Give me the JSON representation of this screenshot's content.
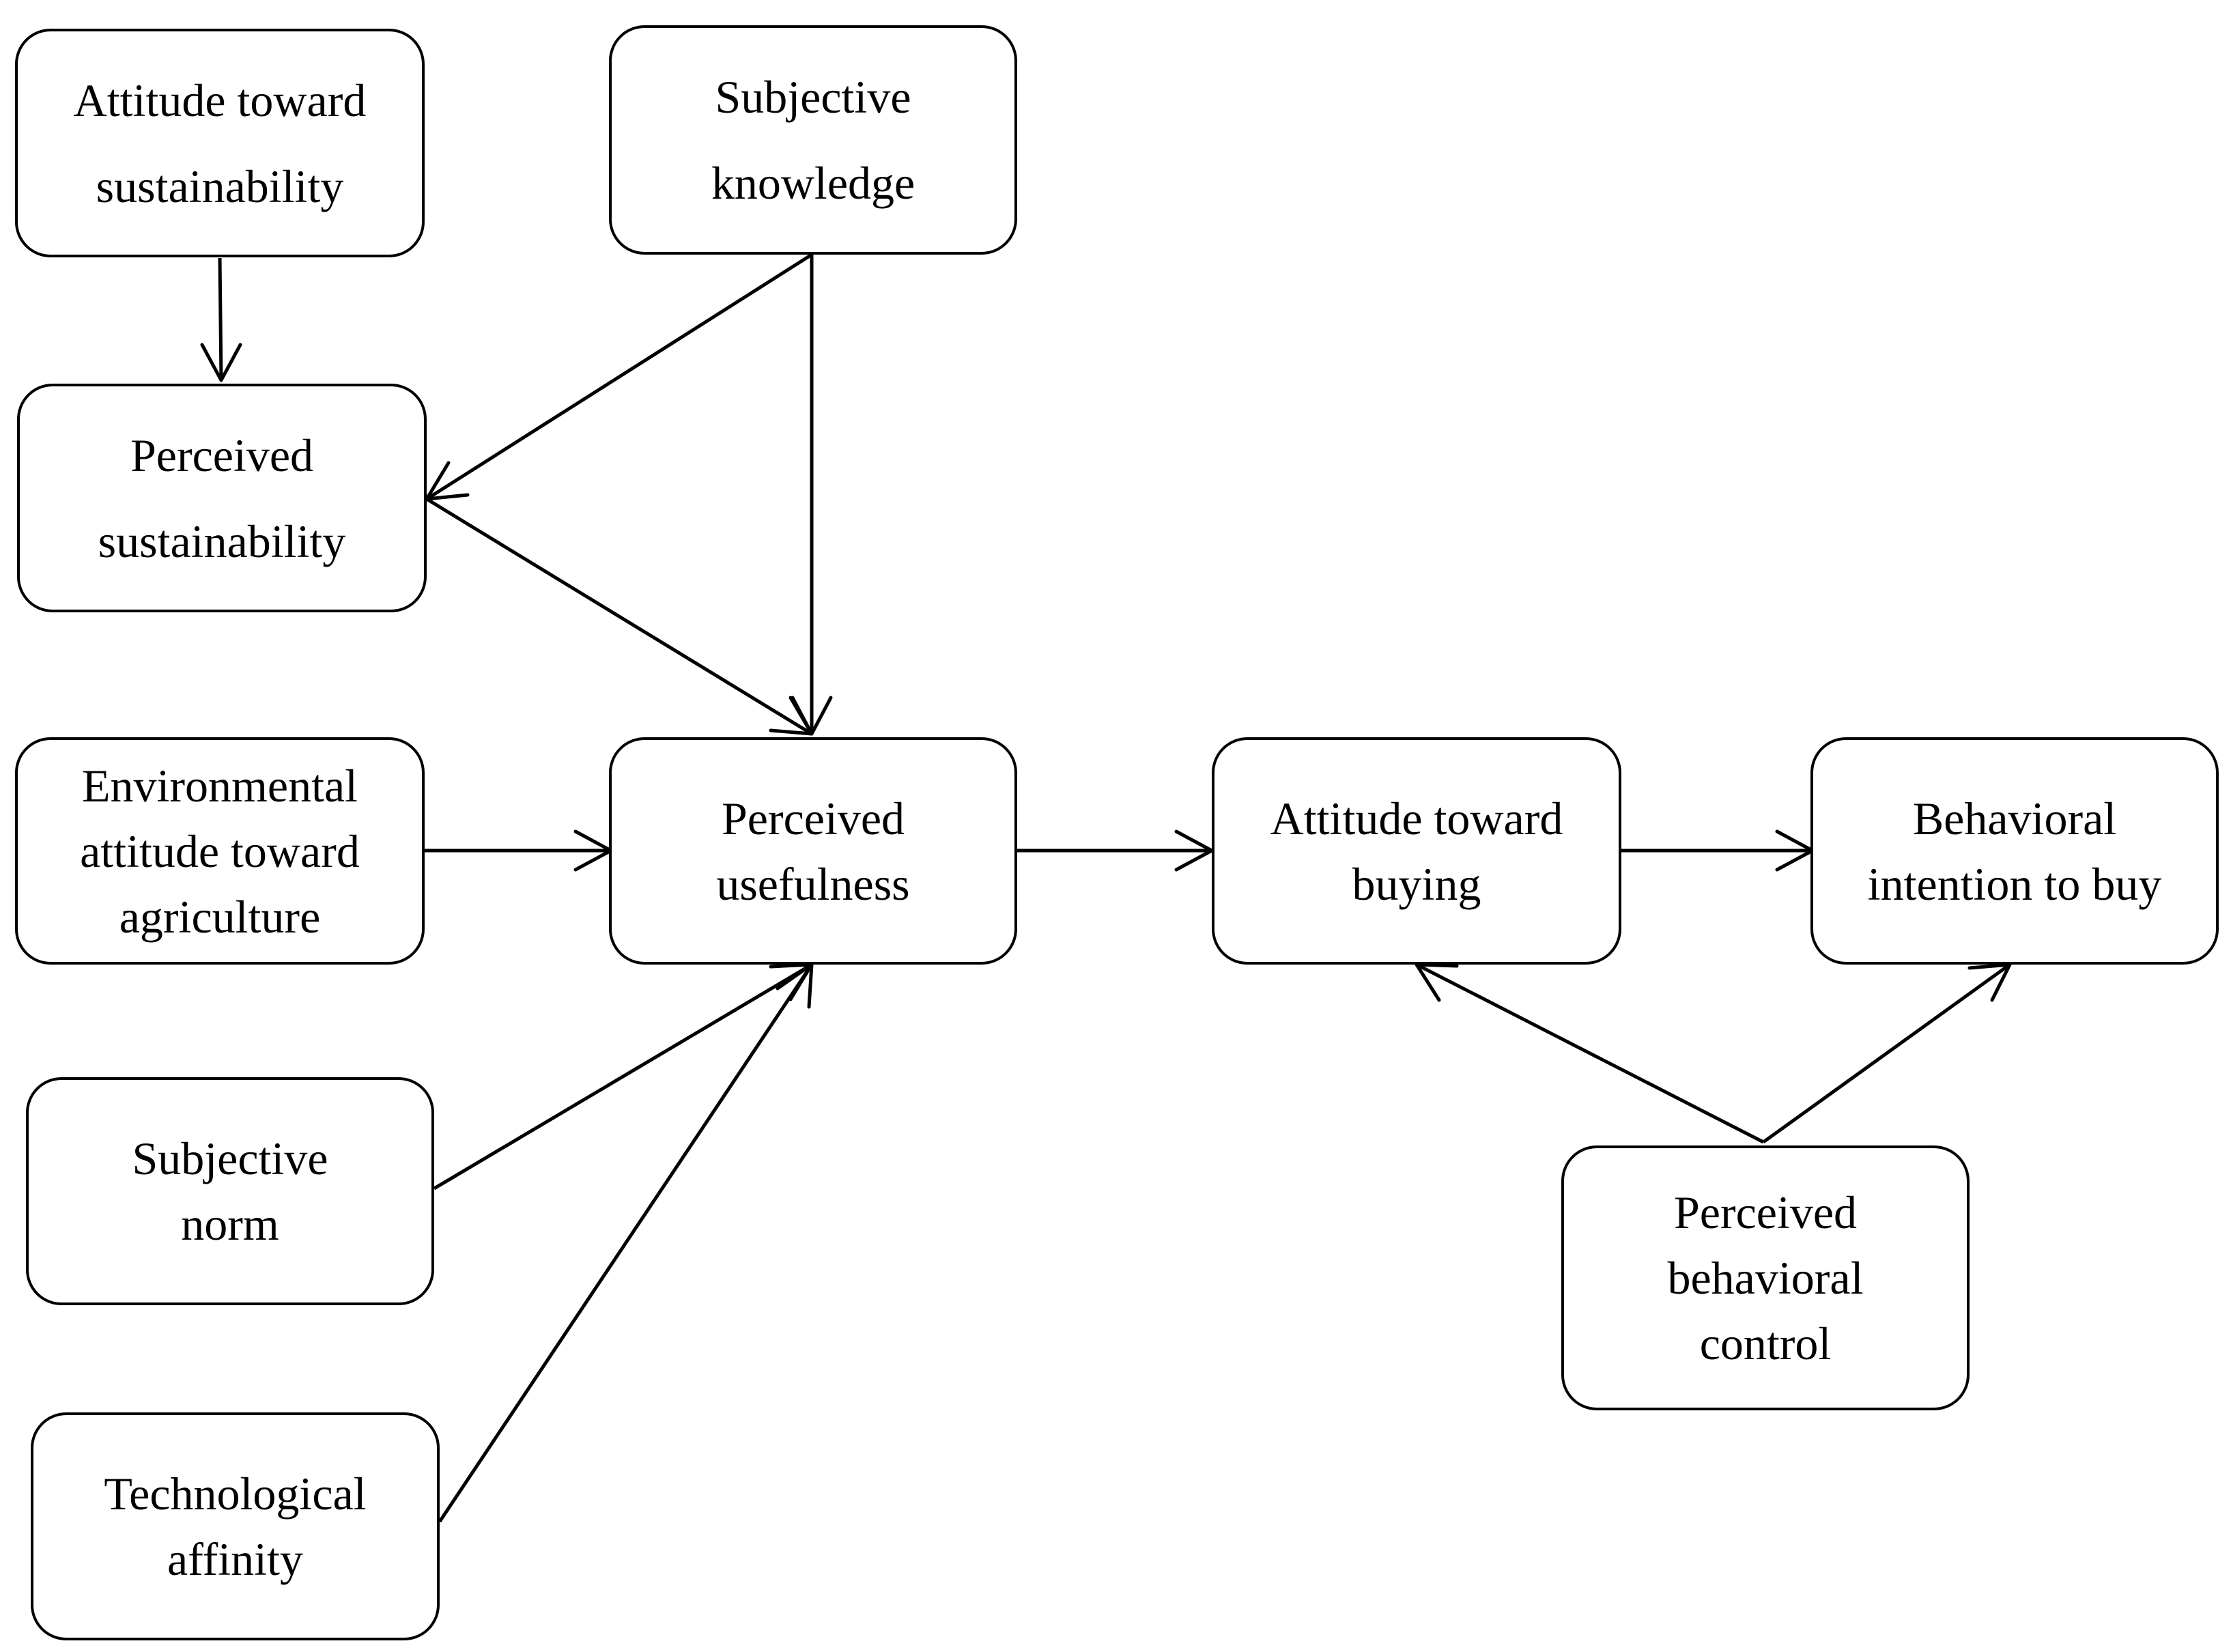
{
  "nodes": {
    "attitude_sustainability": [
      "Attitude toward",
      "sustainability"
    ],
    "subjective_knowledge": [
      "Subjective",
      "knowledge"
    ],
    "perceived_sustainability": [
      "Perceived",
      "sustainability"
    ],
    "environmental_attitude": [
      "Environmental",
      "attitude toward",
      "agriculture"
    ],
    "perceived_usefulness": [
      "Perceived",
      "usefulness"
    ],
    "attitude_buying": [
      "Attitude toward",
      "buying"
    ],
    "behavioral_intention": [
      "Behavioral",
      "intention to buy"
    ],
    "subjective_norm": [
      "Subjective",
      "norm"
    ],
    "technological_affinity": [
      "Technological",
      "affinity"
    ],
    "perceived_behavioral_control": [
      "Perceived",
      "behavioral",
      "control"
    ]
  },
  "edges": [
    {
      "from": "attitude_sustainability",
      "to": "perceived_sustainability"
    },
    {
      "from": "subjective_knowledge",
      "to": "perceived_sustainability"
    },
    {
      "from": "subjective_knowledge",
      "to": "perceived_usefulness"
    },
    {
      "from": "perceived_sustainability",
      "to": "perceived_usefulness"
    },
    {
      "from": "environmental_attitude",
      "to": "perceived_usefulness"
    },
    {
      "from": "subjective_norm",
      "to": "perceived_usefulness"
    },
    {
      "from": "technological_affinity",
      "to": "perceived_usefulness"
    },
    {
      "from": "perceived_usefulness",
      "to": "attitude_buying"
    },
    {
      "from": "attitude_buying",
      "to": "behavioral_intention"
    },
    {
      "from": "perceived_behavioral_control",
      "to": "attitude_buying"
    },
    {
      "from": "perceived_behavioral_control",
      "to": "behavioral_intention"
    }
  ]
}
